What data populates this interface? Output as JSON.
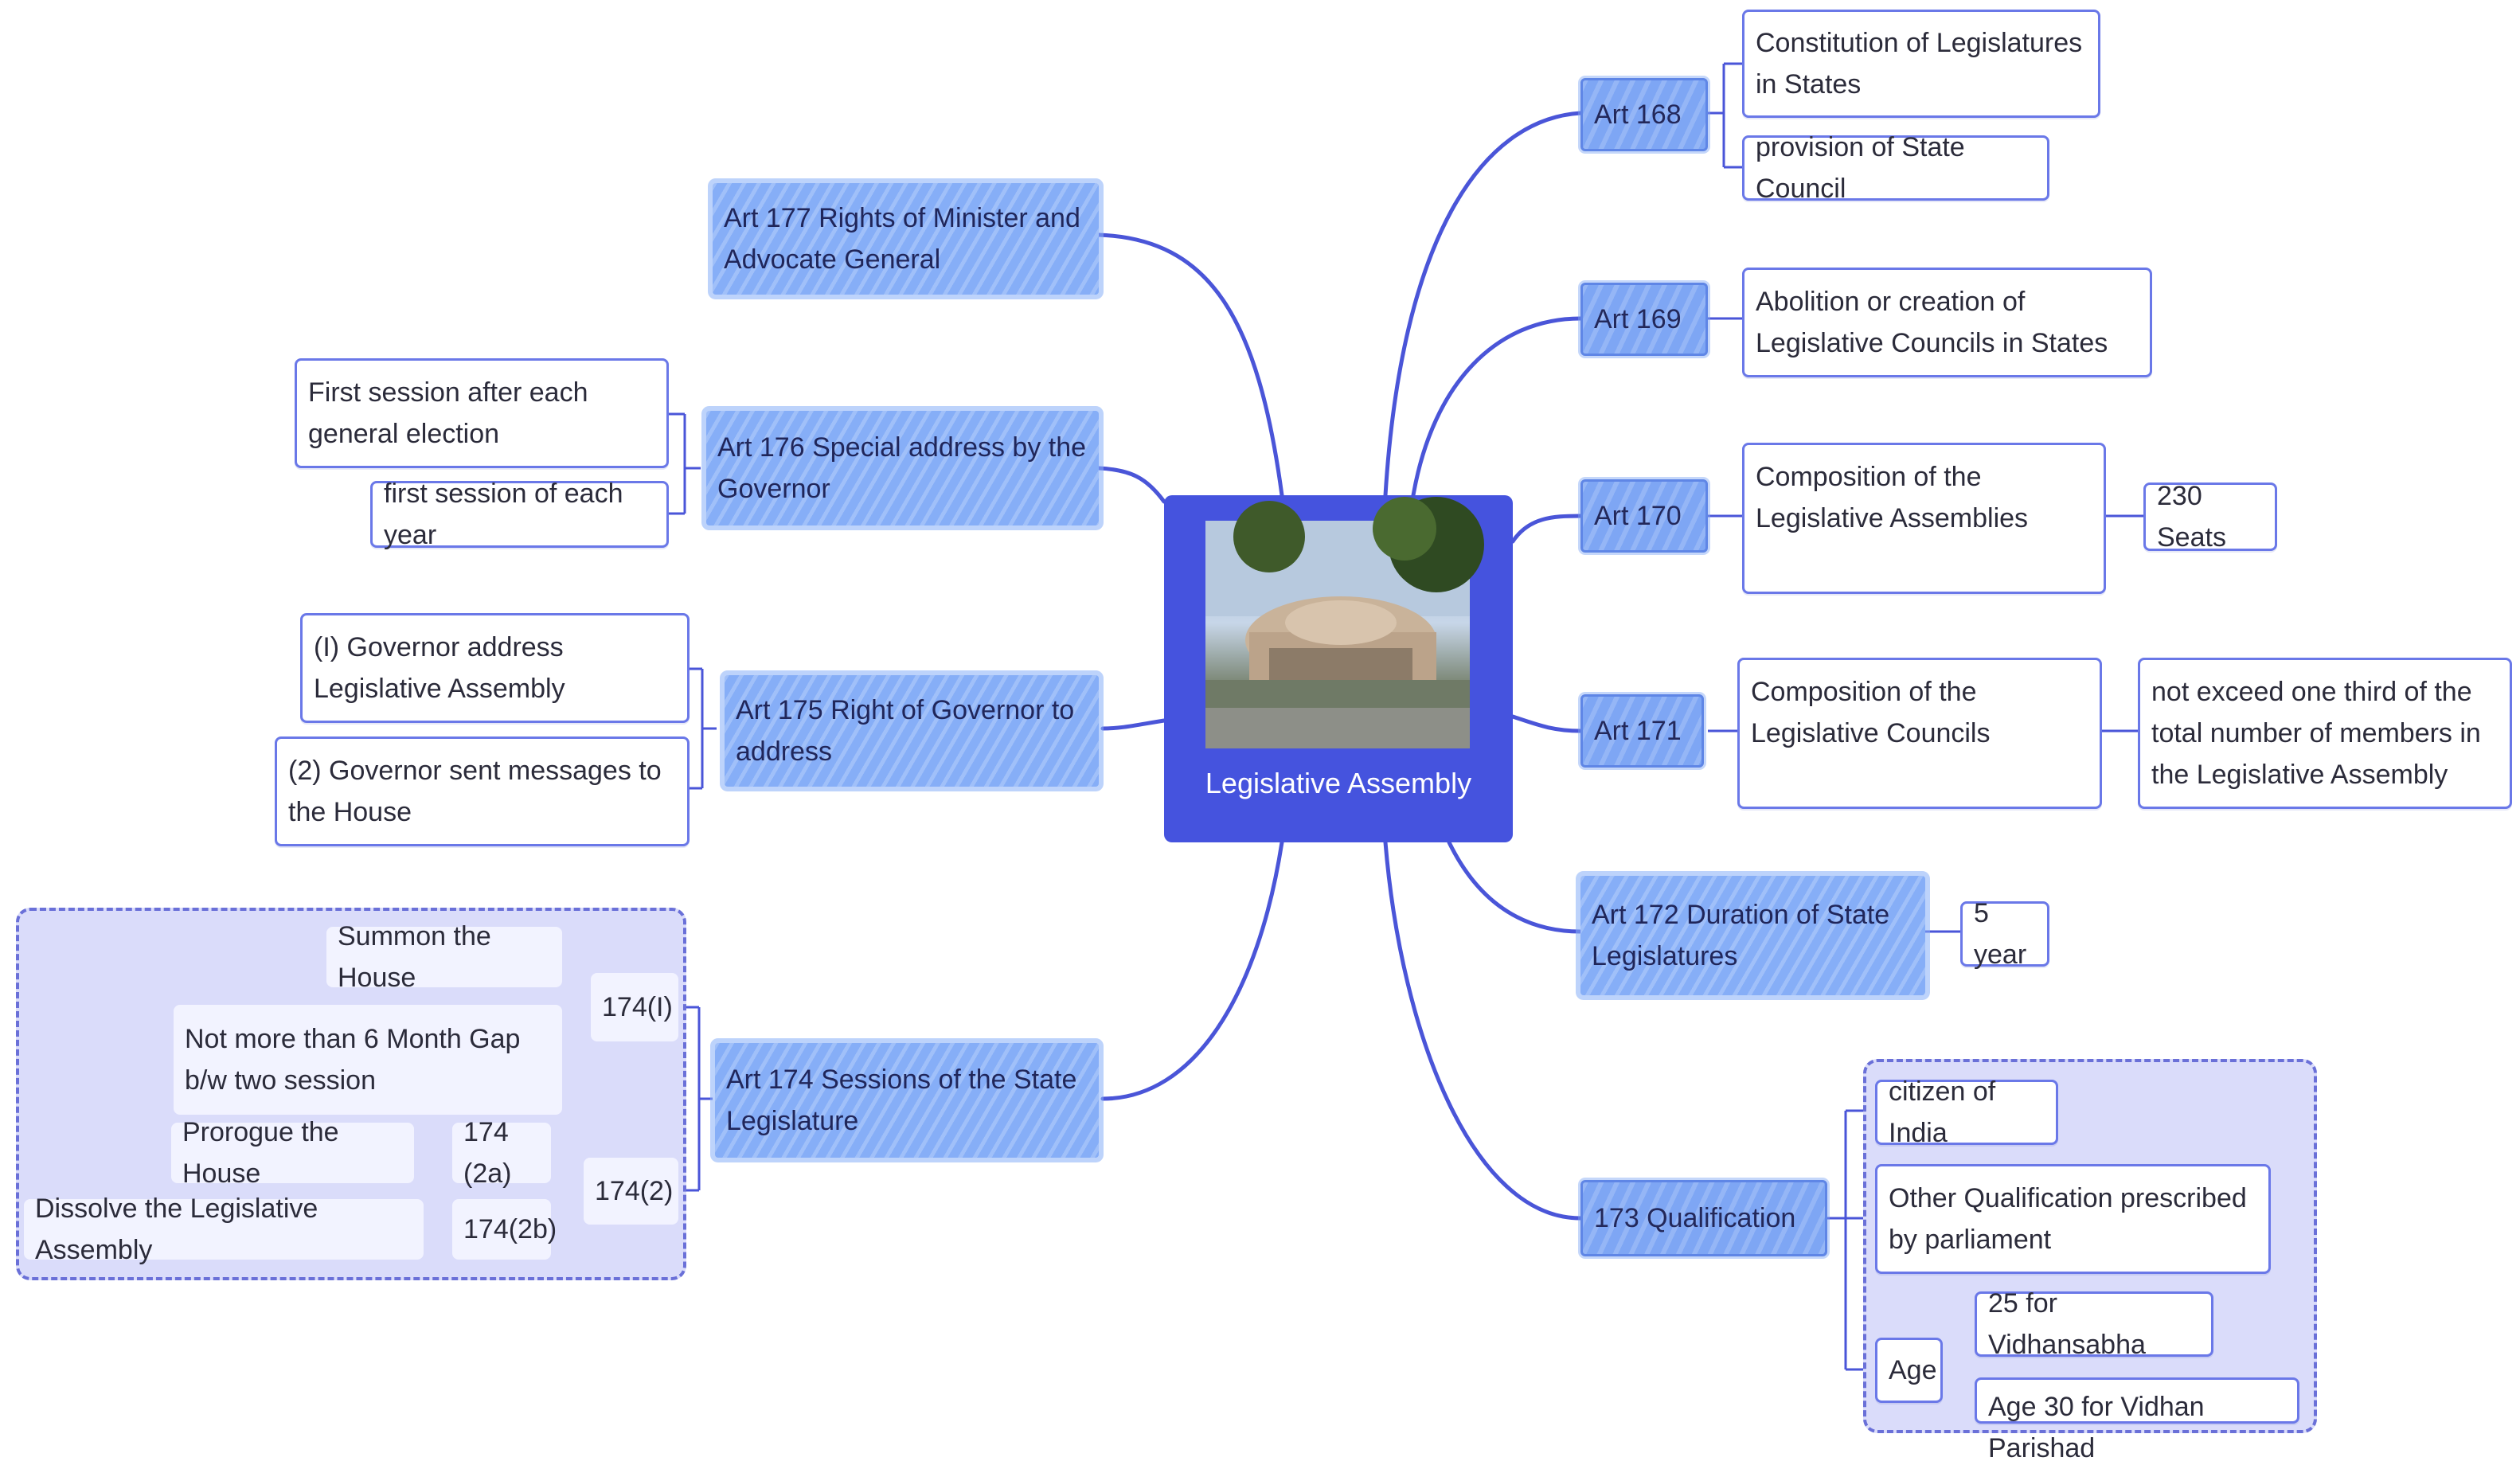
{
  "center": {
    "title": "Legislative Assembly"
  },
  "right": {
    "art168": {
      "label": "Art 168",
      "children": [
        "Constitution of Legislatures in States",
        "provision of State Council"
      ]
    },
    "art169": {
      "label": "Art 169",
      "child": "Abolition or creation of Legislative Councils in States"
    },
    "art170": {
      "label": "Art 170",
      "child": "Composition of the Legislative Assemblies",
      "leaf": "230 Seats"
    },
    "art171": {
      "label": "Art 171",
      "child": "Composition of the Legislative Councils",
      "leaf": "not exceed one third of the total number of members in the Legislative Assembly"
    },
    "art172": {
      "label": "Art 172  Duration of State Legislatures",
      "leaf": "5 year"
    },
    "art173": {
      "label": "173 Qualification",
      "children": [
        "citizen of India",
        "Other Qualification prescribed by parliament"
      ],
      "age": {
        "label": "Age",
        "children": [
          "25 for Vidhansabha",
          "Age 30 for Vidhan Parishad"
        ]
      }
    }
  },
  "left": {
    "art177": {
      "label": "Art 177 Rights of Minister and Advocate General"
    },
    "art176": {
      "label": "Art 176 Special address by the Governor",
      "children": [
        "First session after each general election",
        "first session of each year"
      ]
    },
    "art175": {
      "label": "Art 175 Right of Governor to address",
      "children": [
        "(I) Governor address  Legislative Assembly",
        "(2) Governor sent messages to the House"
      ]
    },
    "art174": {
      "label": "Art 174 Sessions of the State Legislature",
      "c1": {
        "label": "174(I)",
        "items": [
          "Summon the House",
          "Not more than 6 Month Gap b/w two session"
        ]
      },
      "c2": {
        "label": "174(2)",
        "a": {
          "label": "174 (2a)",
          "item": "Prorogue the House"
        },
        "b": {
          "label": "174(2b)",
          "item": "Dissolve the Legislative Assembly"
        }
      }
    }
  },
  "colors": {
    "accent": "#4553de",
    "line": "#4a55d8",
    "node_fill": "#7ea6f4",
    "group_fill": "#dadcfa"
  }
}
